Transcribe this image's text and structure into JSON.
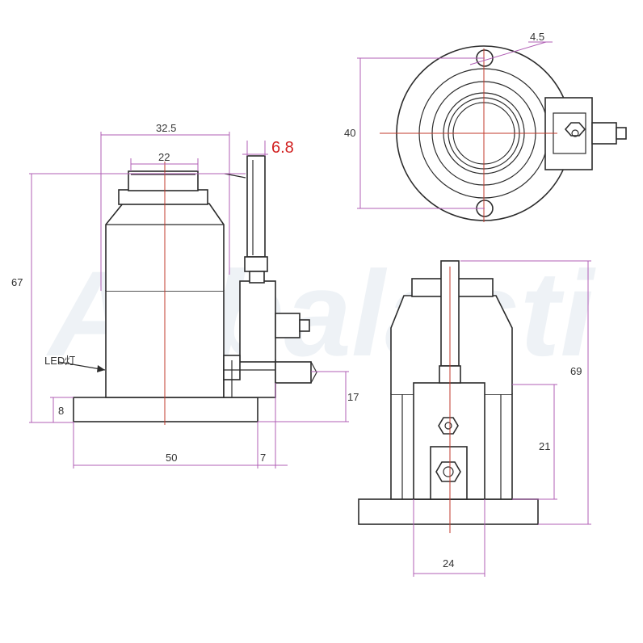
{
  "watermark": "Aubalasti",
  "label": "LED灯",
  "dimensions": {
    "d32_5": "32.5",
    "d22": "22",
    "d6_8": "6.8",
    "d67": "67",
    "d8": "8",
    "d17": "17",
    "d50": "50",
    "d7": "7",
    "d4_5": "4.5",
    "d40": "40",
    "d69": "69",
    "d21": "21",
    "d24": "24"
  },
  "colors": {
    "outline": "#2b2b2b",
    "dimension": "#b05fb5",
    "centerline": "#c0392b",
    "highlight_text": "#d11f1f"
  }
}
